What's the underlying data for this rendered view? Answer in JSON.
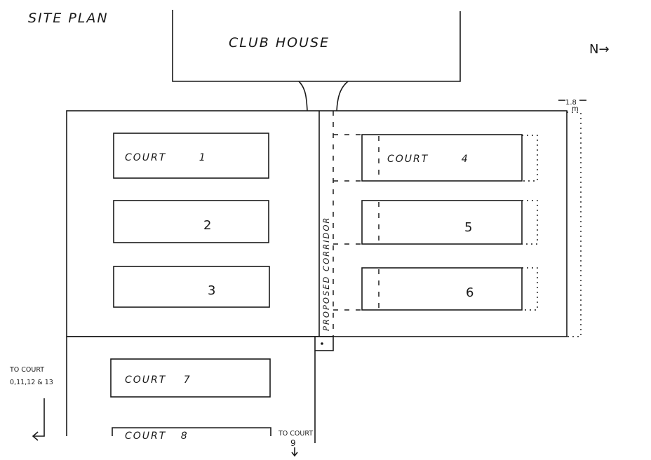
{
  "title": "SITE PLAN",
  "clubhouse_label": "CLUB HOUSE",
  "north_arrow": "N→",
  "corridor_label": "PROPOSED CORRIDOR",
  "dimension_label": "1.8",
  "dimension_unit": "m",
  "courts": {
    "c1": "COURT 1",
    "c2": "2",
    "c3": "3",
    "c4": "COURT 4",
    "c5": "5",
    "c6": "6",
    "c7": "COURT 7",
    "c8": "COURT 8"
  },
  "notes": {
    "left_line1": "TO COURT",
    "left_line2": "0,11,12 & 13",
    "bottom_line1": "TO COURT",
    "bottom_line2": "9"
  }
}
